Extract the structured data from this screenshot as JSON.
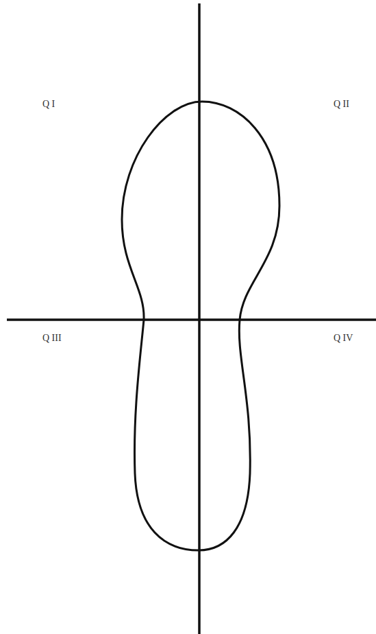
{
  "diagram": {
    "labels": [
      "Q I",
      "Q II",
      "Q III",
      "Q IV"
    ]
  }
}
